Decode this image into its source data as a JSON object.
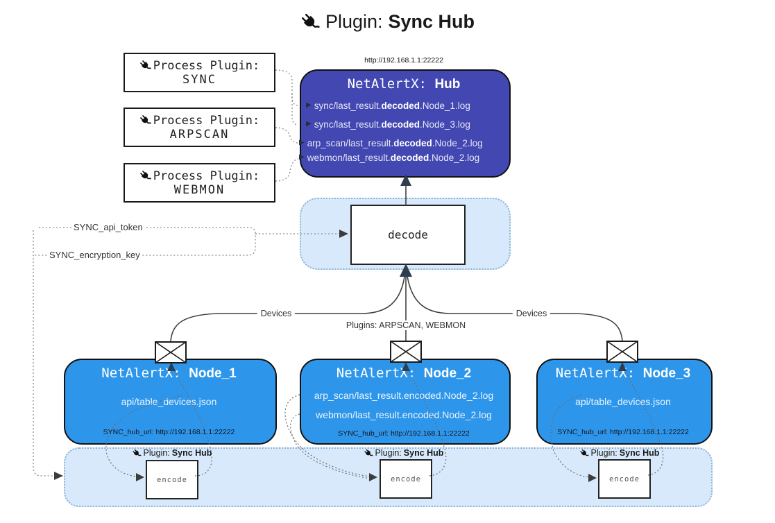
{
  "title": {
    "prefix": "Plugin:",
    "name": "Sync Hub"
  },
  "icons": {
    "title_icon": "plug-icon",
    "mail_icon": "envelope-icon"
  },
  "process_plugins": [
    {
      "label": "Process Plugin:",
      "name": "SYNC"
    },
    {
      "label": "Process Plugin:",
      "name": "ARPSCAN"
    },
    {
      "label": "Process Plugin:",
      "name": "WEBMON"
    }
  ],
  "hub": {
    "url": "http://192.168.1.1:22222",
    "title_prefix": "NetAlertX:",
    "title_name": "Hub",
    "logs": [
      {
        "pre": "sync/last_result.",
        "bold": "decoded",
        "post": ".Node_1.log"
      },
      {
        "pre": "sync/last_result.",
        "bold": "decoded",
        "post": ".Node_3.log"
      },
      {
        "pre": "arp_scan/last_result.",
        "bold": "decoded",
        "post": ".Node_2.log"
      },
      {
        "pre": "webmon/last_result.",
        "bold": "decoded",
        "post": ".Node_2.log"
      }
    ]
  },
  "decode": {
    "label": "decode"
  },
  "tokens": {
    "api_token": "SYNC_api_token",
    "encryption_key": "SYNC_encryption_key"
  },
  "edges": {
    "left": "Devices",
    "middle": "Plugins: ARPSCAN, WEBMON",
    "right": "Devices"
  },
  "nodes": [
    {
      "title_prefix": "NetAlertX:",
      "title_name": "Node_1",
      "files": [
        "api/table_devices.json"
      ],
      "hub_url": "SYNC_hub_url: http://192.168.1.1:22222"
    },
    {
      "title_prefix": "NetAlertX:",
      "title_name": "Node_2",
      "files": [
        "arp_scan/last_result.encoded.Node_2.log",
        "webmon/last_result.encoded.Node_2.log"
      ],
      "hub_url": "SYNC_hub_url: http://192.168.1.1:22222"
    },
    {
      "title_prefix": "NetAlertX:",
      "title_name": "Node_3",
      "files": [
        "api/table_devices.json"
      ],
      "hub_url": "SYNC_hub_url: http://192.168.1.1:22222"
    }
  ],
  "encoders": [
    {
      "plugin_label": "Plugin:",
      "plugin_name": "Sync Hub",
      "box": "encode"
    },
    {
      "plugin_label": "Plugin:",
      "plugin_name": "Sync Hub",
      "box": "encode"
    },
    {
      "plugin_label": "Plugin:",
      "plugin_name": "Sync Hub",
      "box": "encode"
    }
  ],
  "colors": {
    "hub_bg": "#4347b2",
    "node_bg": "#2e96ea",
    "zone_bg": "#d7e9fb",
    "zone_border": "#8fb4d6",
    "arrow_dark": "#2e3e50",
    "line": "#3f4042"
  }
}
